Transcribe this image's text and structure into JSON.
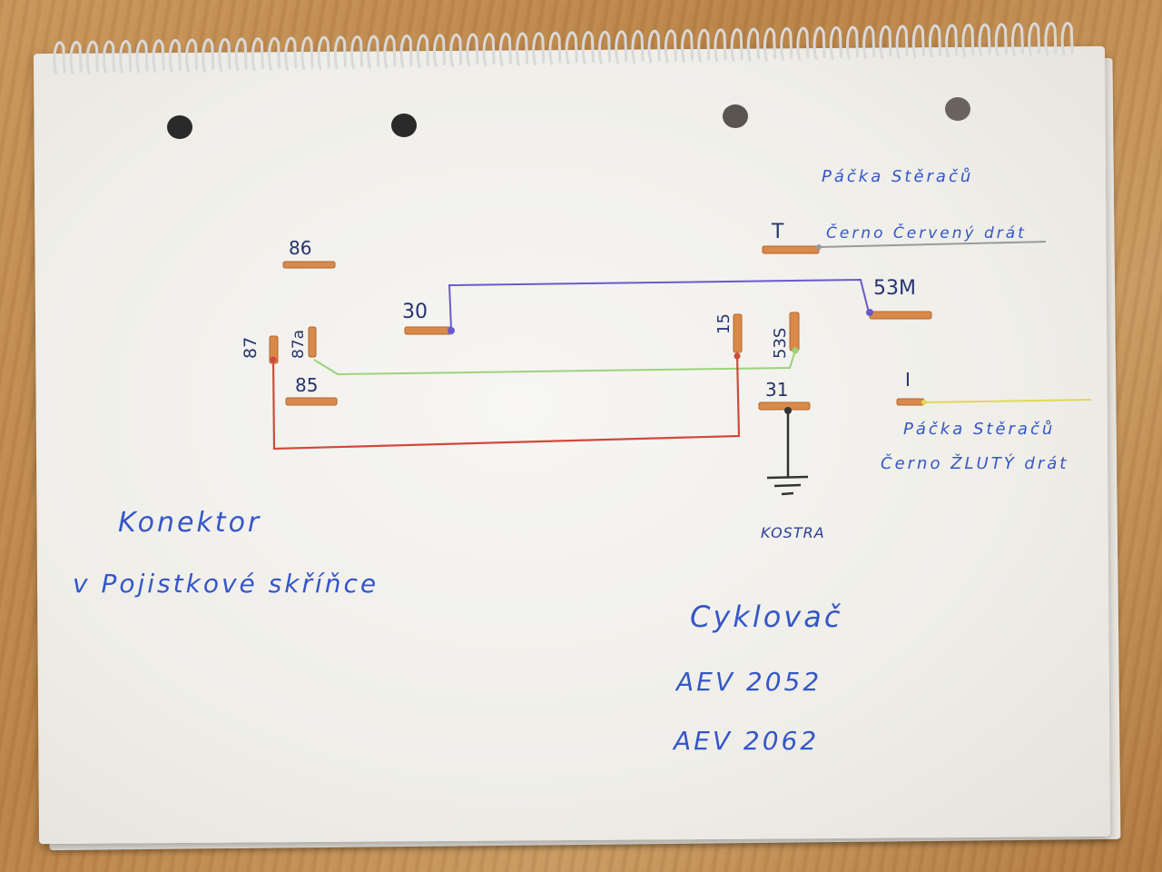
{
  "notes": {
    "connector_line1": "Konektor",
    "connector_line2": "v Pojistkové skříňce",
    "model_line1": "Cyklovač",
    "model_line2": "AEV 2052",
    "model_line3": "AEV 2062",
    "wiper_top_line1": "Páčka Stěračů",
    "wiper_top_line2": "Černo Červený drát",
    "wiper_bottom_line1": "Páčka Stěračů",
    "wiper_bottom_line2": "Černo ŽLUTÝ drát",
    "ground": "KOSTRA"
  },
  "pins": {
    "p86": "86",
    "p30": "30",
    "p87": "87",
    "p87a": "87a",
    "p85": "85",
    "p15": "15",
    "p53s": "53S",
    "p31": "31",
    "pT": "T",
    "p53m": "53M",
    "pI": "I"
  },
  "colors": {
    "terminal": "#d98a4a",
    "wire_purple": "#6a5acd",
    "wire_green": "#9bd37a",
    "wire_red": "#d2493a",
    "wire_gray": "#9a9a9a",
    "wire_yellow": "#e3d75a",
    "ground_wire": "#333333",
    "ink": "#3556c9"
  }
}
